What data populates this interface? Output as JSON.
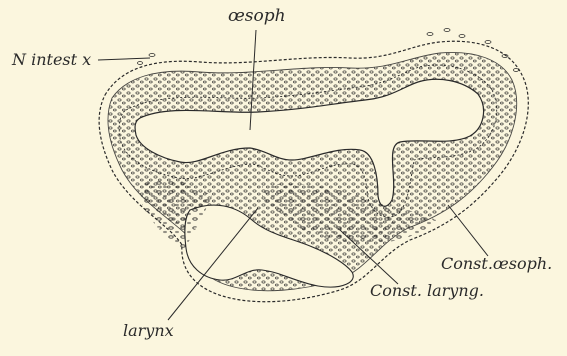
{
  "labels": {
    "oesoph": "œsoph",
    "n_intest": "N intest x",
    "const_oesoph": "Const.œsoph.",
    "const_laryng": "Const. laryng.",
    "larynx": "larynx"
  },
  "colors": {
    "paper": "#fbf6de",
    "ink": "#2a2a2a"
  }
}
